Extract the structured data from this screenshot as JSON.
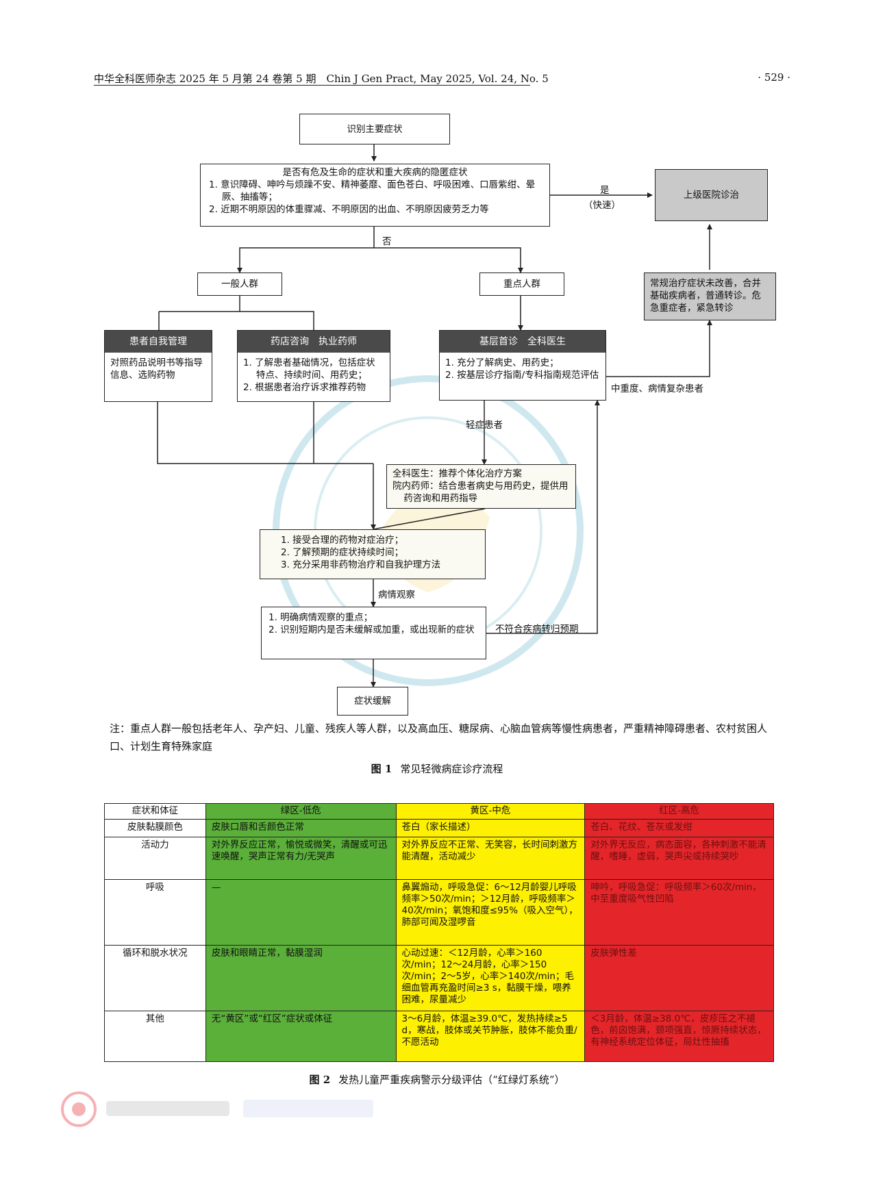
{
  "header": {
    "journal": "中华全科医师杂志 2025 年 5 月第 24 卷第 5 期　Chin J Gen Pract, May 2025, Vol. 24, No. 5",
    "page": "· 529 ·"
  },
  "flowchart": {
    "identify": "识别主要症状",
    "danger_title": "是否有危及生命的症状和重大疾病的隐匿症状",
    "danger_items": [
      "1. 意识障碍、呻吟与烦躁不安、精神萎靡、面色苍白、呼吸困难、口唇紫绀、晕厥、抽搐等；",
      "2. 近期不明原因的体重骤减、不明原因的出血、不明原因疲劳乏力等"
    ],
    "yes_label": "是",
    "fast_label": "（快速）",
    "no_label": "否",
    "upper_hospital": "上级医院诊治",
    "refer_text": "常规治疗症状未改善，合并基础疾病者，普通转诊。危急重症者，紧急转诊",
    "general_pop": "一般人群",
    "key_pop": "重点人群",
    "self_title": "患者自我管理",
    "self_text": "对照药品说明书等指导信息、选购药物",
    "pharm_title": "药店咨询　执业药师",
    "pharm_items": [
      "1. 了解患者基础情况，包括症状特点、持续时间、用药史；",
      "2. 根据患者治疗诉求推荐药物"
    ],
    "primary_title": "基层首诊　全科医生",
    "primary_items": [
      "1. 充分了解病史、用药史；",
      "2. 按基层诊疗指南/专科指南规范评估"
    ],
    "moderate_label": "中重度、病情复杂患者",
    "mild_label": "轻症患者",
    "gp_text": [
      "全科医生：推荐个体化治疗方案",
      "院内药师：结合患者病史与用药史，提供用药咨询和用药指导"
    ],
    "treat_items": [
      "1. 接受合理的药物对症治疗；",
      "2. 了解预期的症状持续时间；",
      "3. 充分采用非药物治疗和自我护理方法"
    ],
    "observe_label": "病情观察",
    "observe_items": [
      "1. 明确病情观察的重点；",
      "2. 识别短期内是否未缓解或加重，或出现新的症状"
    ],
    "nonconform_label": "不符合疾病转归预期",
    "relief": "症状缓解"
  },
  "note": "注：重点人群一般包括老年人、孕产妇、儿童、残疾人等人群，以及高血压、糖尿病、心脑血管病等慢性病患者，严重精神障碍患者、农村贫困人口、计划生育特殊家庭",
  "fig1": {
    "num": "图 1",
    "title": "常见轻微病症诊疗流程"
  },
  "table": {
    "headers": [
      "症状和体征",
      "绿区-低危",
      "黄区-中危",
      "红区-高危"
    ],
    "rows": [
      {
        "label": "皮肤黏膜颜色",
        "green": "皮肤口唇和舌颜色正常",
        "yellow": "苍白（家长描述）",
        "red": "苍白、花纹、苍灰或发绀"
      },
      {
        "label": "活动力",
        "green": "对外界反应正常，愉悦或微笑，清醒或可迅速唤醒，哭声正常有力/无哭声",
        "yellow": "对外界反应不正常、无笑容，长时间刺激方能清醒，活动减少",
        "red": "对外界无反应，病态面容，各种刺激不能清醒，嗜睡，虚弱，哭声尖或持续哭吵"
      },
      {
        "label": "呼吸",
        "green": "—",
        "yellow": "鼻翼煽动，呼吸急促：6～12月龄婴儿呼吸频率＞50次/min；＞12月龄，呼吸频率＞40次/min；氧饱和度≤95%（吸入空气），肺部可闻及湿啰音",
        "red": "呻吟，呼吸急促：呼吸频率＞60次/min，中至重度吸气性凹陷"
      },
      {
        "label": "循环和脱水状况",
        "green": "皮肤和眼睛正常，黏膜湿润",
        "yellow": "心动过速：＜12月龄，心率＞160次/min；12～24月龄，心率＞150次/min；2～5岁，心率＞140次/min；毛细血管再充盈时间≥3 s，黏膜干燥，喂养困难，尿量减少",
        "red": "皮肤弹性差"
      },
      {
        "label": "其他",
        "green": "无“黄区”或“红区”症状或体征",
        "yellow": "3～6月龄，体温≥39.0℃，发热持续≥5 d，寒战，肢体或关节肿胀，肢体不能负重/不愿活动",
        "red": "＜3月龄，体温≥38.0℃，皮疹压之不褪色，前囟饱满，颈项强直，惊厥持续状态，有神经系统定位体征，局灶性抽搐"
      }
    ]
  },
  "fig2": {
    "num": "图 2",
    "title": "发热儿童严重疾病警示分级评估（“红绿灯系统”）"
  },
  "colors": {
    "green": "#5bb03a",
    "yellow": "#fdf000",
    "red": "#e4262a",
    "gray": "#c9c9c9",
    "dark": "#4a4a4a"
  }
}
